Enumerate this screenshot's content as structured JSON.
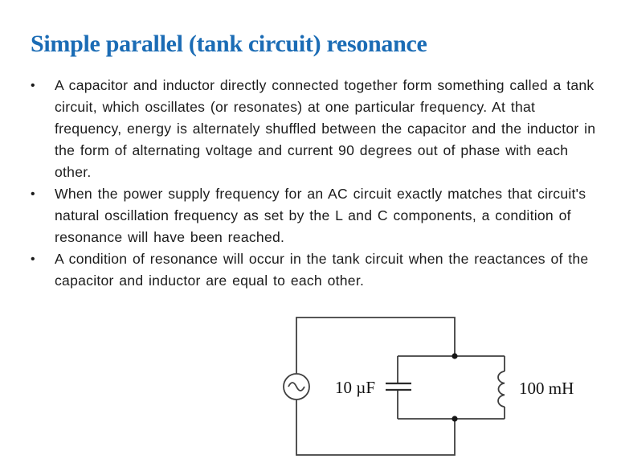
{
  "slide": {
    "title": "Simple parallel (tank circuit) resonance",
    "bullet_char": "•",
    "bullets": [
      "A capacitor and inductor directly connected together form something called a tank circuit, which oscillates (or resonates) at one particular frequency. At that frequency, energy is alternately shuffled between the capacitor and the inductor in the form of alternating voltage and current 90 degrees out of phase with each other.",
      "When the power supply frequency for an AC circuit exactly matches that circuit's natural oscillation frequency as set by the L and C components, a condition of resonance will have been reached.",
      "A condition of resonance will occur in the tank circuit when the reactances of the capacitor and inductor are equal to each other."
    ],
    "colors": {
      "title": "#1b6cb5",
      "body_text": "#1c1c1c",
      "background": "#ffffff"
    }
  },
  "circuit": {
    "description": "AC sine source in parallel with a tank circuit (capacitor and inductor in parallel)",
    "capacitor_label": "10 µF",
    "inductor_label": "100 mH",
    "line_color": "#3f3f3f"
  }
}
